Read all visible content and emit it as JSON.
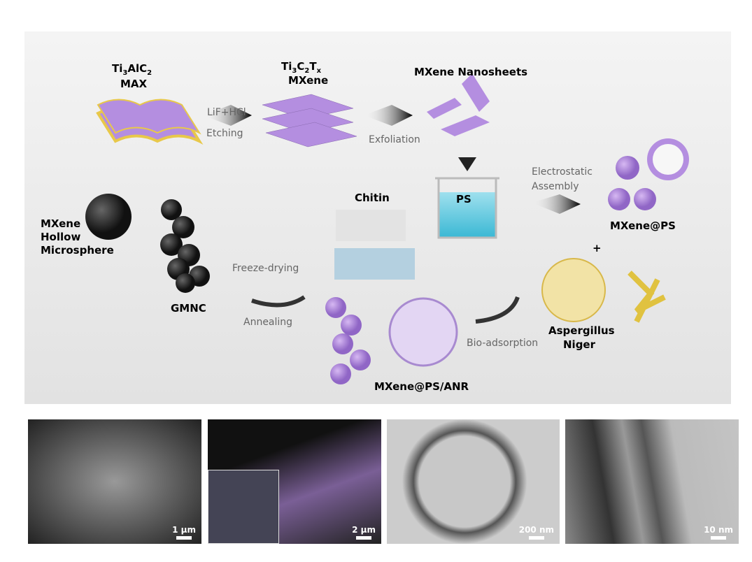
{
  "scheme": {
    "max": {
      "formula_parts": [
        "Ti",
        "3",
        "AlC",
        "2"
      ],
      "name": "MAX"
    },
    "mxene": {
      "formula_parts": [
        "Ti",
        "3",
        "C",
        "2",
        "T",
        "x"
      ],
      "name": "MXene"
    },
    "nanosheets": "MXene Nanosheets",
    "etching_reagent": "LiF+HCl",
    "etching": "Etching",
    "exfoliation": "Exfoliation",
    "ps": "PS",
    "assembly": [
      "Electrostatic",
      "Assembly"
    ],
    "mxene_ps": "MXene@PS",
    "plus": "+",
    "chitin": "Chitin",
    "aspergillus": [
      "Aspergillus",
      "Niger"
    ],
    "bio_adsorption": "Bio-adsorption",
    "mxene_ps_anr": "MXene@PS/ANR",
    "freeze_drying": "Freeze-drying",
    "annealing": "Annealing",
    "gmnc": "GMNC",
    "hollow": [
      "MXene",
      "Hollow",
      "Microsphere"
    ]
  },
  "micrographs": [
    {
      "scale": "1 μm"
    },
    {
      "scale": "2 μm"
    },
    {
      "scale": "200 nm"
    },
    {
      "scale": "10 nm"
    }
  ],
  "colors": {
    "mxene": "#b48ee0",
    "fungus": "#e8c84a",
    "panel": "#ececec"
  }
}
